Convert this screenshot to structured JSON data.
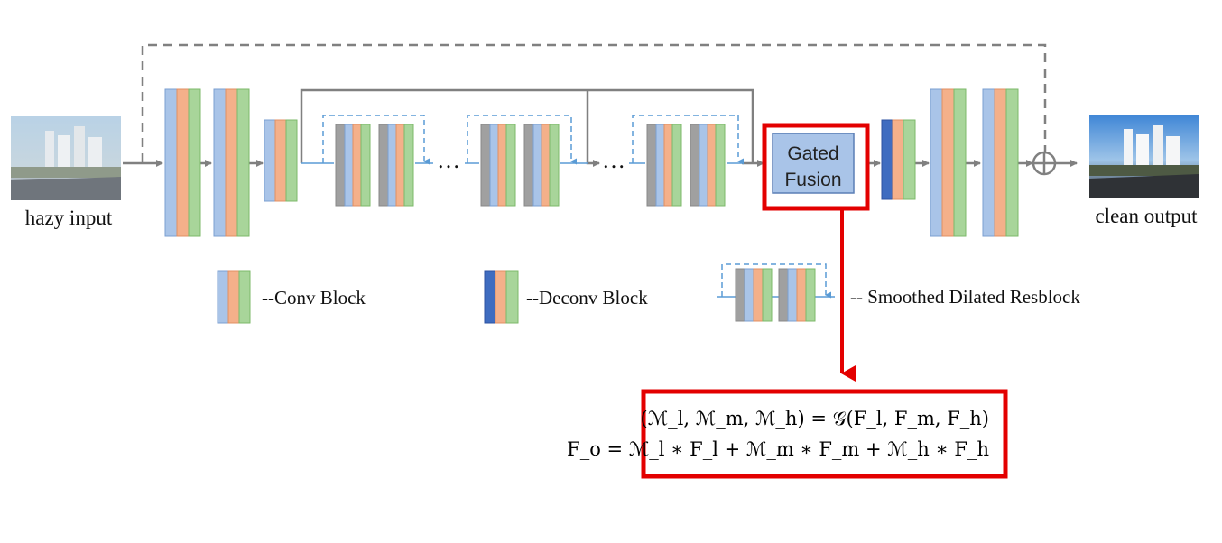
{
  "inputs": {
    "input_caption": "hazy input",
    "output_caption": "clean output"
  },
  "gated_fusion": {
    "line1": "Gated",
    "line2": "Fusion"
  },
  "ellipsis": "…",
  "legend": {
    "conv": "--Conv Block",
    "deconv": "--Deconv Block",
    "resblock": "-- Smoothed Dilated Resblock"
  },
  "equations": {
    "eq1": "(ℳ_l, ℳ_m, ℳ_h) = 𝒢(F_l, F_m, F_h)",
    "eq2": "F_o = ℳ_l ∗ F_l + ℳ_m ∗ F_m + ℳ_h ∗ F_h"
  },
  "colors": {
    "conv_blue": "#a9c4e8",
    "conv_orange": "#f4b08a",
    "conv_green": "#a8d59a",
    "deconv_dark_blue": "#3f6cc0",
    "gray": "#9a9a9a",
    "highlight_red": "#e30000",
    "arrow_gray": "#808080",
    "dashed_blue": "#5a9bd5"
  }
}
